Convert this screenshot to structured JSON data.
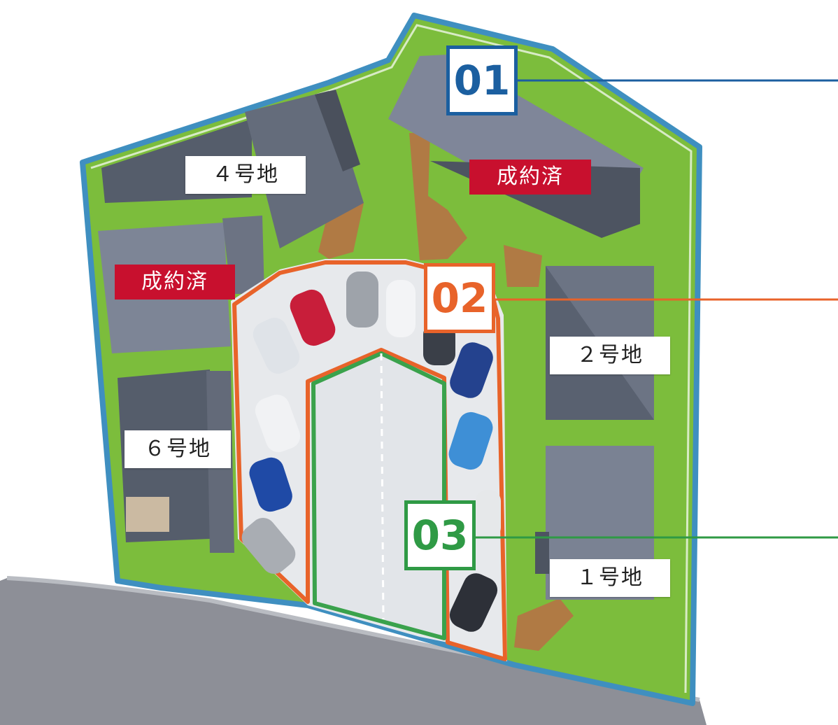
{
  "lots": {
    "lot4": "４号地",
    "lot6": "６号地",
    "lot2": "２号地",
    "lot1": "１号地"
  },
  "sold_label": "成約済",
  "sections": {
    "s01": "01",
    "s02": "02",
    "s03": "03"
  },
  "colors": {
    "section01": "#1b5fa0",
    "section02": "#e8632a",
    "section03": "#2f9a45",
    "sold": "#c8102e",
    "grass": "#7fbf3f",
    "road": "#8a8c94",
    "roof": "#5c6473"
  }
}
